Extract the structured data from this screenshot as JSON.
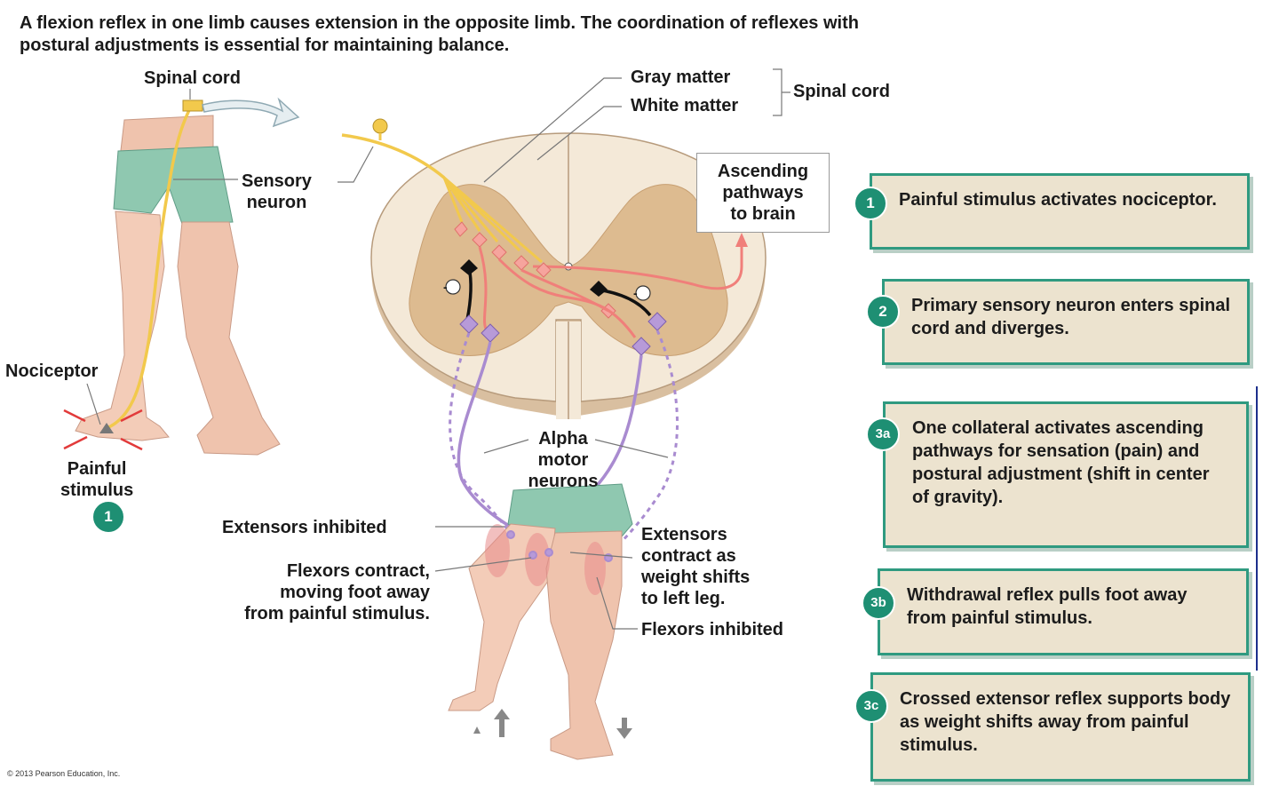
{
  "caption": "A flexion reflex in one limb causes extension in the opposite limb. The coordination of reflexes with postural adjustments is essential for maintaining balance.",
  "labels": {
    "spinal_cord_top": "Spinal cord",
    "sensory_neuron": "Sensory\nneuron",
    "nociceptor": "Nociceptor",
    "painful_stimulus": "Painful\nstimulus",
    "gray_matter": "Gray matter",
    "white_matter": "White matter",
    "spinal_cord_bracket": "Spinal cord",
    "ascending_pathways": "Ascending\npathways\nto brain",
    "alpha_motor_neurons": "Alpha\nmotor\nneurons",
    "extensors_inhibited": "Extensors inhibited",
    "flexors_contract": "Flexors contract,\nmoving foot away\nfrom painful stimulus.",
    "extensors_contract": "Extensors\ncontract as\nweight shifts\nto left leg.",
    "flexors_inhibited": "Flexors inhibited",
    "inhibitory_sign": "-"
  },
  "badges": {
    "stimulus": "1"
  },
  "steps": [
    {
      "badge": "1",
      "text": "Painful stimulus activates nociceptor."
    },
    {
      "badge": "2",
      "text": "Primary sensory neuron enters spinal cord and diverges."
    },
    {
      "badge": "3a",
      "text": "One collateral activates ascending pathways for sensation (pain) and postural adjustment (shift in center of gravity)."
    },
    {
      "badge": "3b",
      "text": "Withdrawal reflex pulls foot away from painful stimulus."
    },
    {
      "badge": "3c",
      "text": "Crossed extensor reflex supports body as weight shifts away from painful stimulus."
    }
  ],
  "copyright": "© 2013 Pearson Education, Inc.",
  "colors": {
    "accent": "#1e8f73",
    "step_bg": "#ece3cf",
    "skin": "#efc3ad",
    "shorts": "#8fc8b0",
    "sensory": "#f2c94c",
    "interneuron": "#f07f7a",
    "motor": "#a98bd0"
  }
}
